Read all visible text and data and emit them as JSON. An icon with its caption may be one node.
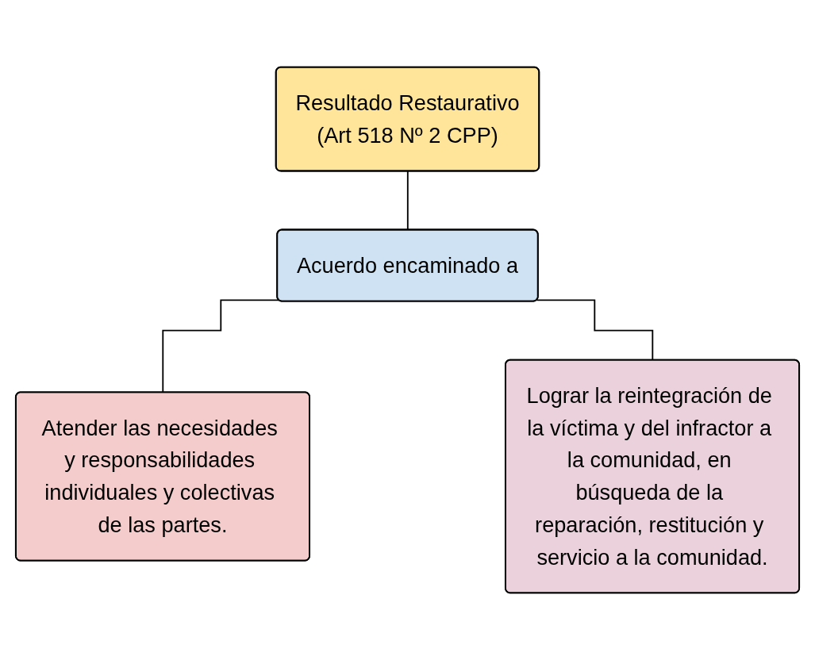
{
  "diagram": {
    "nodes": [
      {
        "text": [
          "Resultado Restaurativo",
          "(Art 518 Nº 2 CPP)"
        ]
      },
      {
        "text": [
          "Acuerdo encaminado a"
        ]
      },
      {
        "text": [
          "Atender las necesidades y responsabilidades individuales y colectivas de las partes."
        ]
      },
      {
        "text": [
          "Lograr la reintegración de la víctima y del infractor a la comunidad, en búsqueda de la reparación, restitución y servicio a la comunidad."
        ]
      }
    ],
    "edges": [
      {
        "from": 0,
        "to": 1,
        "arrow": "none"
      },
      {
        "from": 1,
        "to": 2,
        "arrow": "none"
      },
      {
        "from": 1,
        "to": 3,
        "arrow": "none"
      }
    ]
  }
}
